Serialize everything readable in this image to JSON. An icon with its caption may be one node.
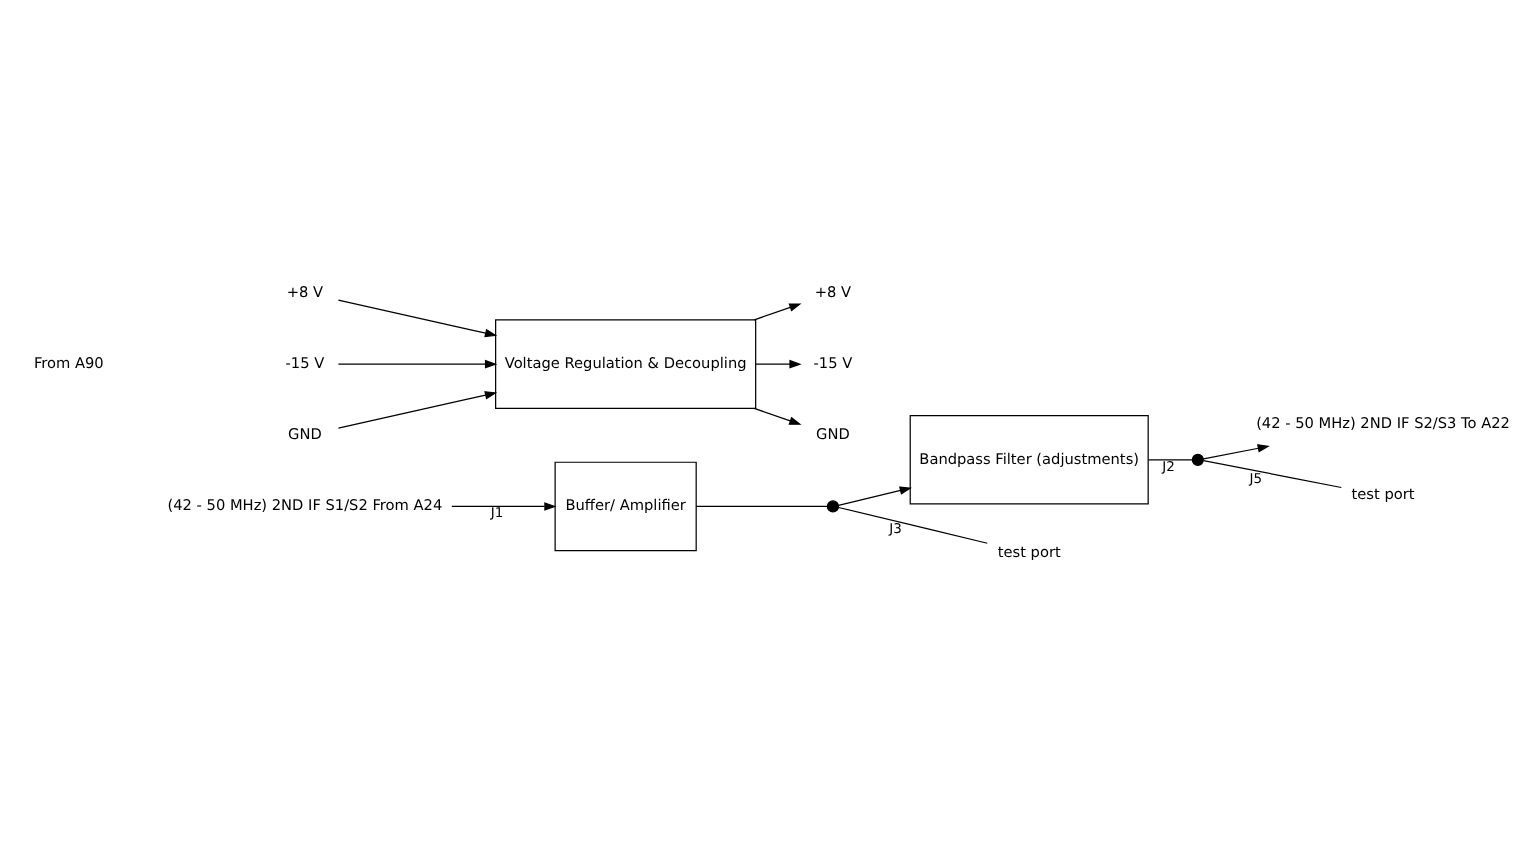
{
  "diagram": {
    "nodes": [
      {
        "text": [
          "(42 - 50 MHz) 2ND IF S1/S2 From A24"
        ]
      },
      {
        "text": [
          "Buffer/ Amplifier"
        ]
      },
      {
        "text": [
          "Bandpass Filter (adjustments)"
        ]
      },
      {
        "text": [
          "(42 - 50 MHz) 2ND IF S2/S3 To A22"
        ]
      },
      {
        "text": [],
        "shape": "circle"
      },
      {
        "text": [
          "test port"
        ]
      },
      {
        "text": [],
        "shape": "circle"
      },
      {
        "text": [
          "test port"
        ]
      },
      {
        "text": [
          "+8 V"
        ]
      },
      {
        "text": [
          "-15 V"
        ]
      },
      {
        "text": [
          "GND"
        ]
      },
      {
        "text": [
          "Voltage Regulation & Decoupling"
        ]
      },
      {
        "text": [
          "+8 V"
        ]
      },
      {
        "text": [
          "-15 V"
        ]
      },
      {
        "text": [
          "GND"
        ]
      }
    ],
    "edges": [
      {
        "from": 0,
        "to": 1,
        "arrow": "to",
        "label": "J1"
      },
      {
        "from": 1,
        "to": 4,
        "arrow": "none"
      },
      {
        "from": 4,
        "to": 2,
        "arrow": "to"
      },
      {
        "from": 4,
        "to": 5,
        "arrow": "none",
        "label": "J3"
      },
      {
        "from": 2,
        "to": 6,
        "arrow": "none",
        "label": "J2"
      },
      {
        "from": 6,
        "to": 3,
        "arrow": "to"
      },
      {
        "from": 6,
        "to": 7,
        "arrow": "none",
        "label": "J5"
      },
      {
        "from": 8,
        "to": 11,
        "arrow": "to"
      },
      {
        "from": 9,
        "to": 11,
        "arrow": "to"
      },
      {
        "from": 10,
        "to": 11,
        "arrow": "to"
      },
      {
        "from": 11,
        "to": 12,
        "arrow": "to"
      },
      {
        "from": 11,
        "to": 13,
        "arrow": "to"
      },
      {
        "from": 11,
        "to": 14,
        "arrow": "to"
      }
    ],
    "labels": [
      "From A90"
    ]
  }
}
